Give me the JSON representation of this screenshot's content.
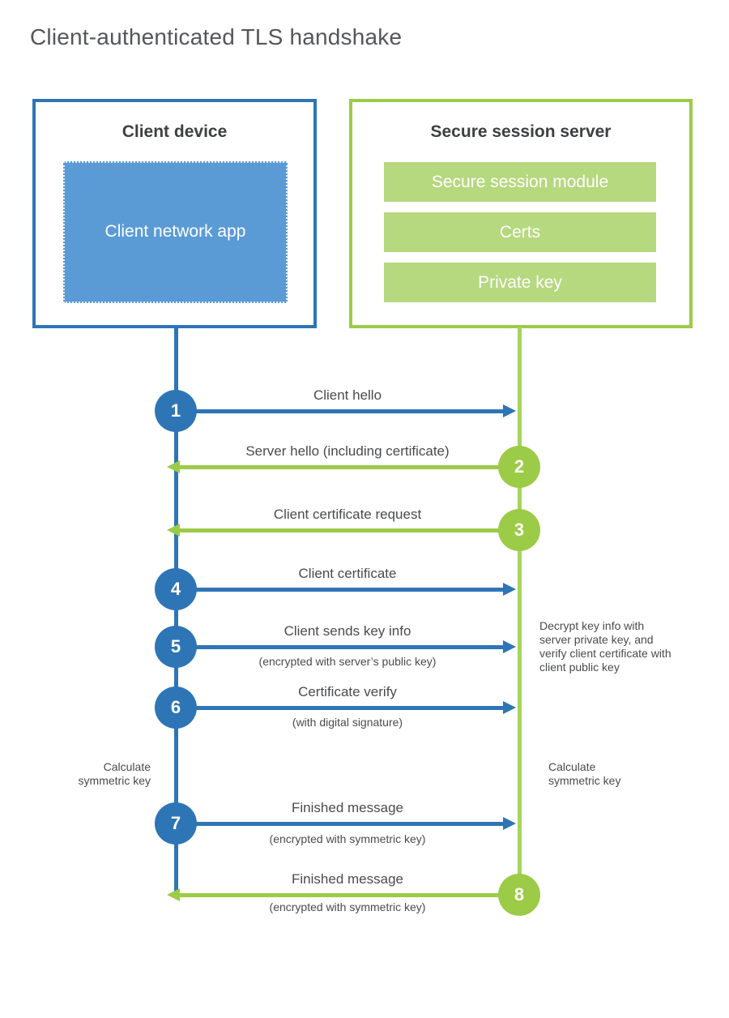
{
  "title": "Client-authenticated TLS handshake",
  "client": {
    "title": "Client device",
    "app_label": "Client network app"
  },
  "server": {
    "title": "Secure session server",
    "modules": [
      "Secure session module",
      "Certs",
      "Private key"
    ]
  },
  "steps": [
    {
      "num": "1",
      "label": "Client hello",
      "direction": "client-to-server"
    },
    {
      "num": "2",
      "label": "Server hello (including certificate)",
      "direction": "server-to-client"
    },
    {
      "num": "3",
      "label": "Client certificate request",
      "direction": "server-to-client"
    },
    {
      "num": "4",
      "label": "Client certificate",
      "direction": "client-to-server"
    },
    {
      "num": "5",
      "label": "Client sends key info",
      "sub": "(encrypted with server’s public key)",
      "direction": "client-to-server"
    },
    {
      "num": "6",
      "label": "Certificate verify",
      "sub": "(with digital signature)",
      "direction": "client-to-server"
    },
    {
      "num": "7",
      "label": "Finished message",
      "sub": "(encrypted with symmetric key)",
      "direction": "client-to-server"
    },
    {
      "num": "8",
      "label": "Finished message",
      "sub": "(encrypted with symmetric key)",
      "direction": "server-to-client"
    }
  ],
  "annotations": {
    "decrypt_note": "Decrypt key info with server private key, and verify client certificate with client public key",
    "calc_left": "Calculate symmetric key",
    "calc_right": "Calculate symmetric key"
  },
  "colors": {
    "blue": "#2e75b6",
    "blue_fill": "#5b9bd5",
    "green": "#9ccb47",
    "green_fill": "#b6d87f",
    "green_lifeline": "#a6d45f",
    "text": "#4a4b4d",
    "heading": "#3e3f41"
  }
}
